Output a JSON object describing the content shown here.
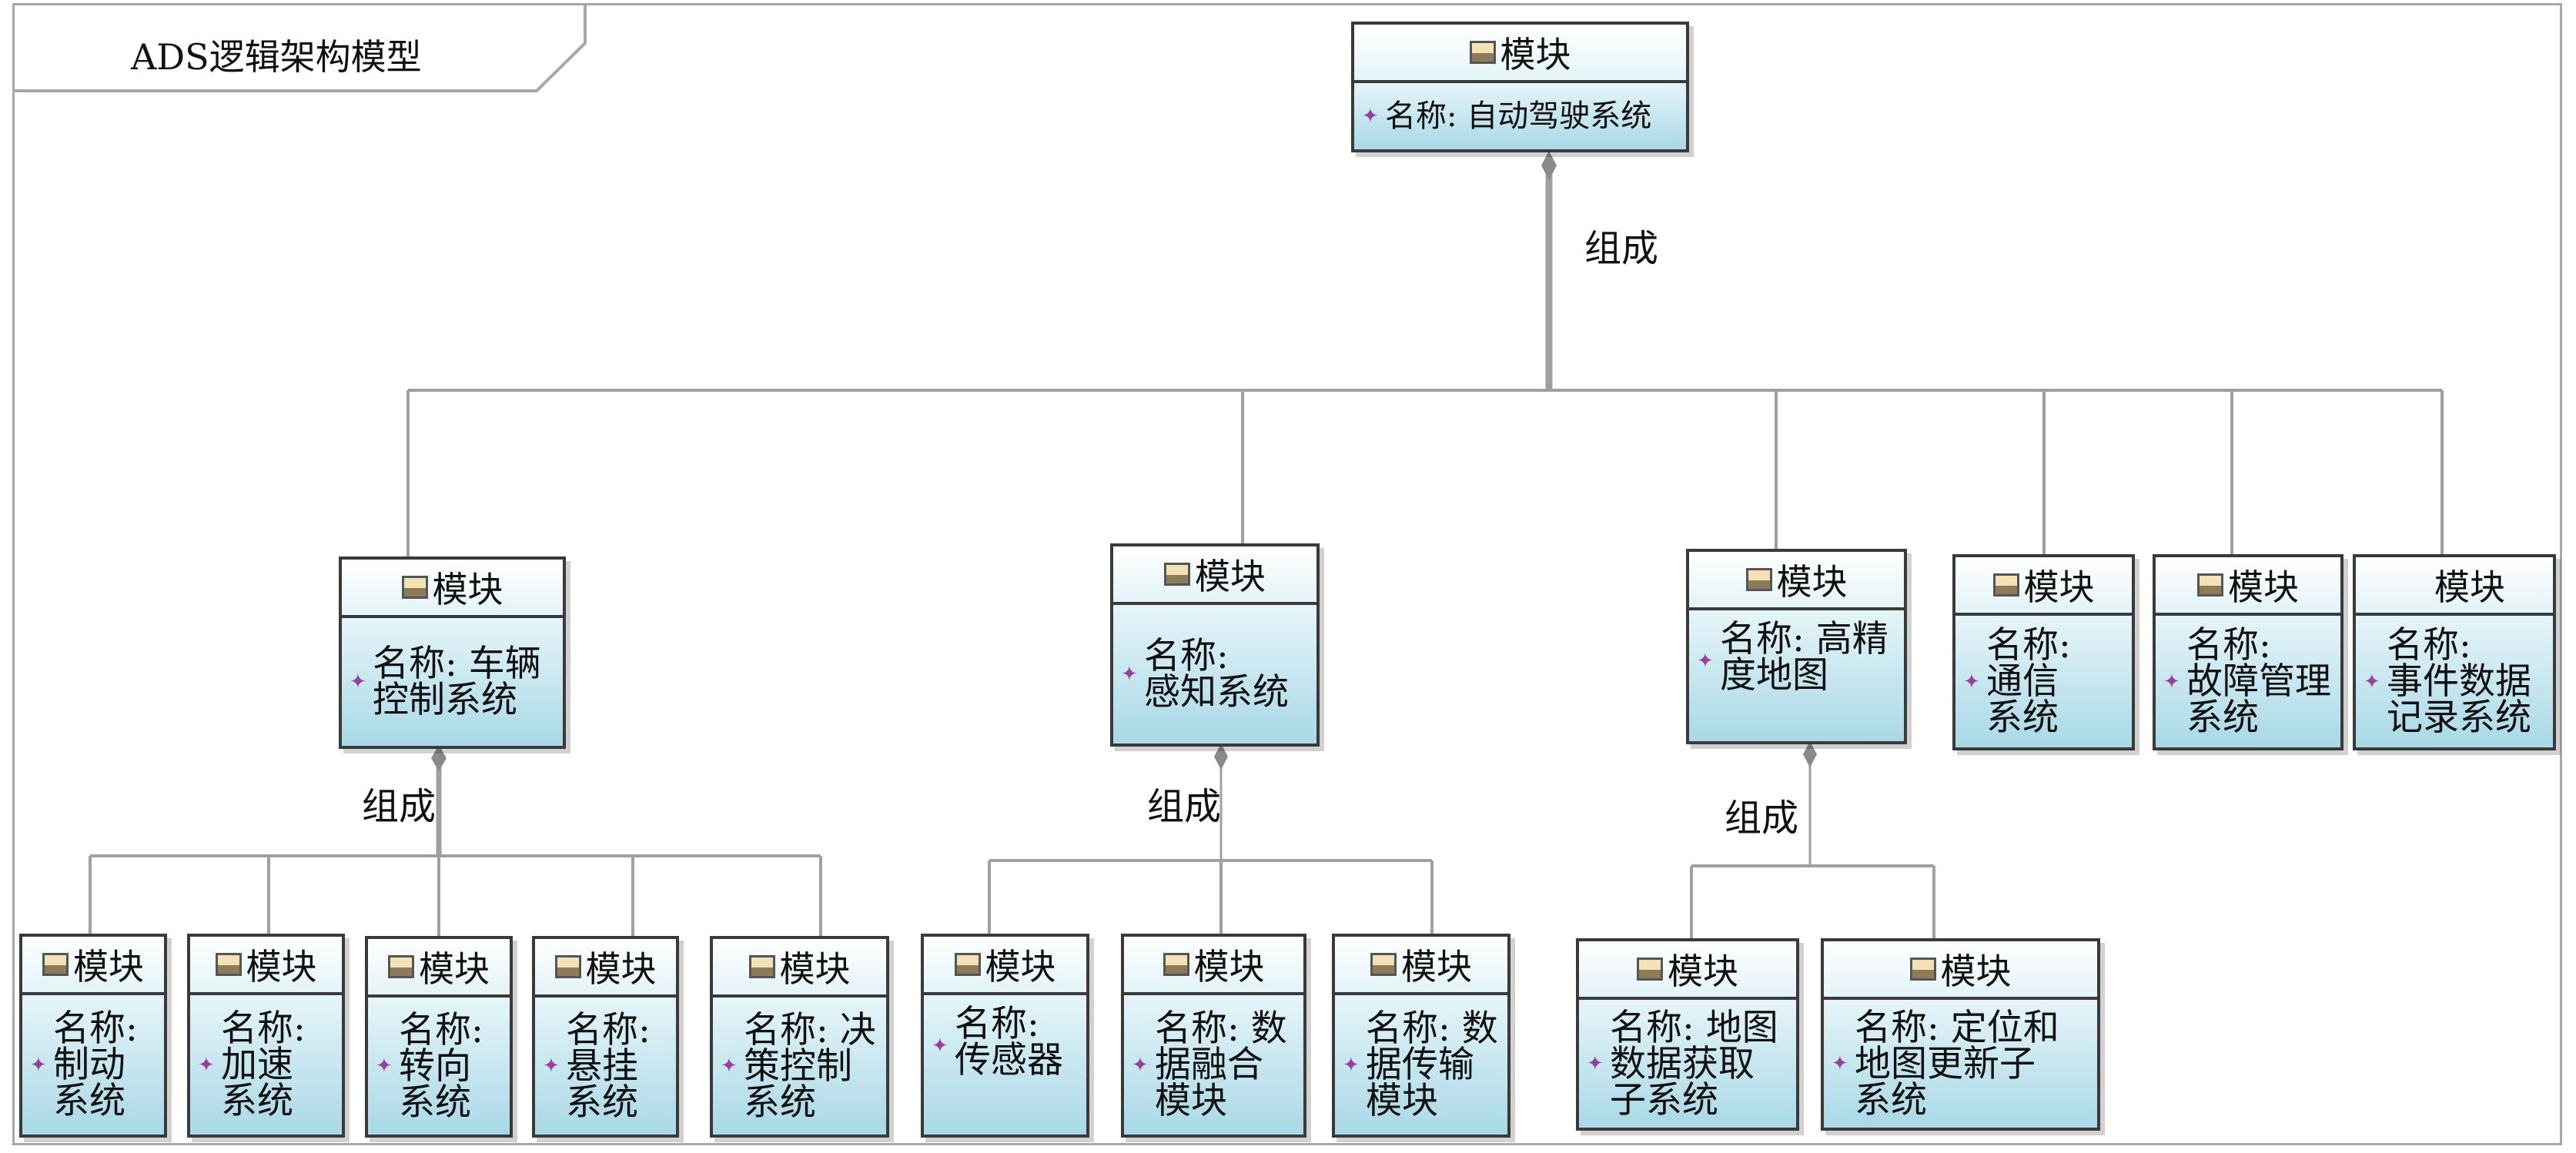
{
  "diagram": {
    "frame_title": "ADS逻辑架构模型",
    "stereotype": "模块",
    "relation_label": "组成",
    "root": {
      "attr": "名称: 自动驾驶系统"
    },
    "level1": [
      {
        "attr": "名称: 车辆\n控制系统"
      },
      {
        "attr": "名称:\n感知系统"
      },
      {
        "attr": "名称: 高精\n度地图"
      },
      {
        "attr": "名称:\n通信\n系统"
      },
      {
        "attr": "名称:\n故障管理\n系统"
      },
      {
        "attr": "名称:\n事件数据\n记录系统"
      }
    ],
    "level2_control": [
      {
        "attr": "名称:\n制动\n系统"
      },
      {
        "attr": "名称:\n加速\n系统"
      },
      {
        "attr": "名称:\n转向\n系统"
      },
      {
        "attr": "名称:\n悬挂\n系统"
      },
      {
        "attr": "名称: 决\n策控制\n系统"
      }
    ],
    "level2_perception": [
      {
        "attr": "名称:\n传感器"
      },
      {
        "attr": "名称: 数\n据融合\n模块"
      },
      {
        "attr": "名称: 数\n据传输\n模块"
      }
    ],
    "level2_map": [
      {
        "attr": "名称: 地图\n数据获取\n子系统"
      },
      {
        "attr": "名称: 定位和\n地图更新子\n系统"
      }
    ]
  }
}
